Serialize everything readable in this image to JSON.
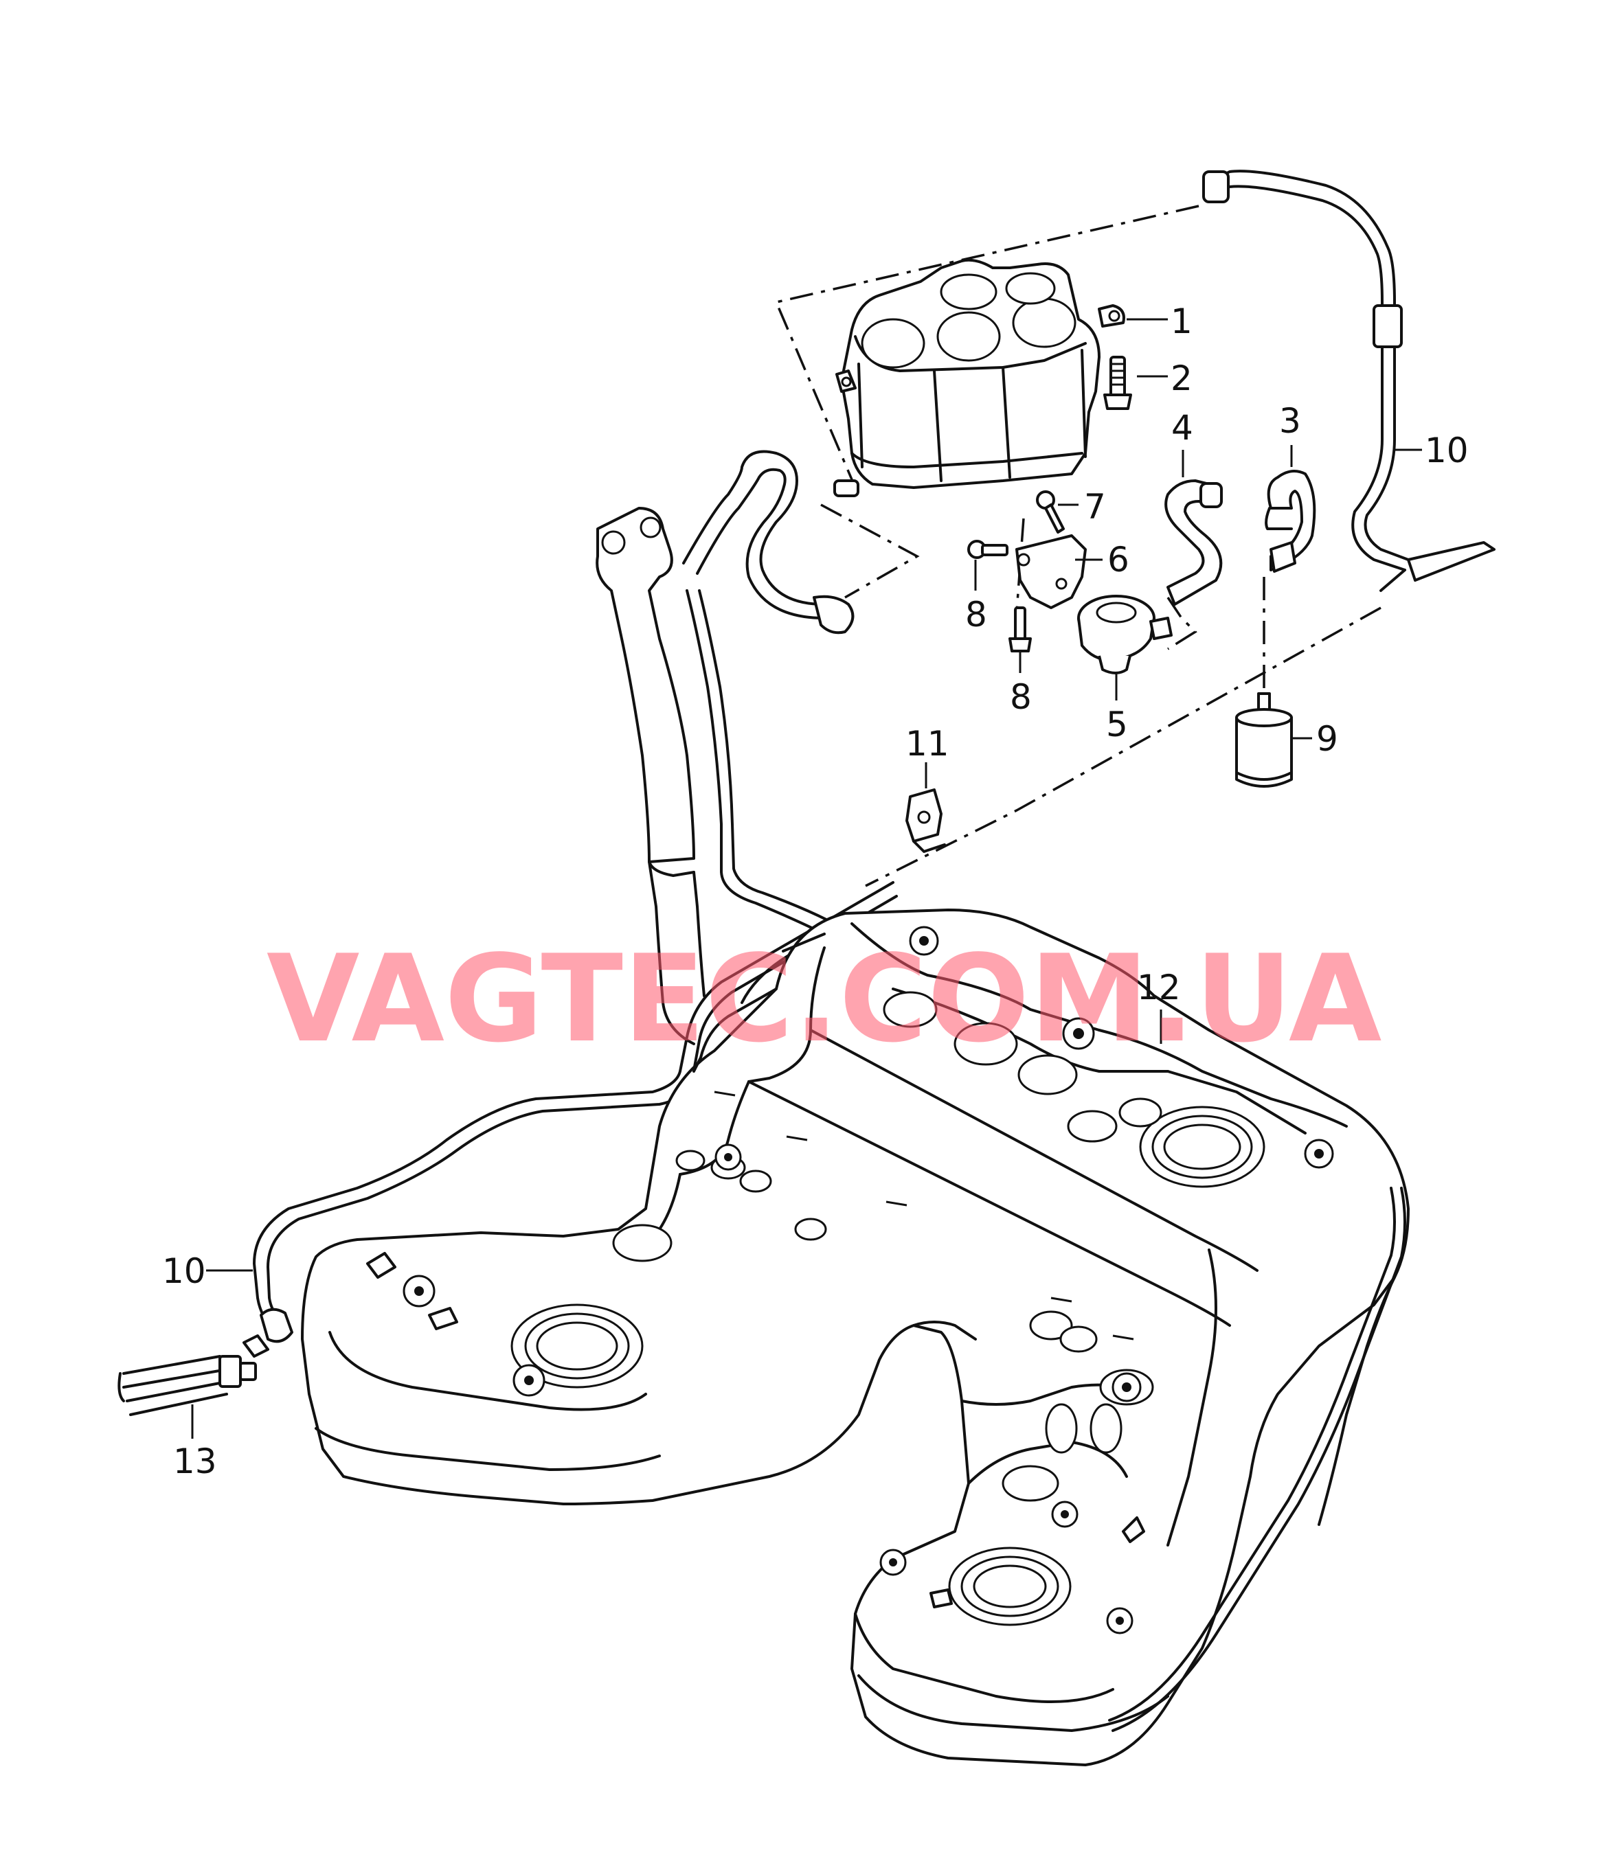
{
  "watermark": "VAGTEC.COM.UA",
  "callouts": [
    {
      "id": "c1",
      "text": "1"
    },
    {
      "id": "c2",
      "text": "2"
    },
    {
      "id": "c3",
      "text": "3"
    },
    {
      "id": "c4",
      "text": "4"
    },
    {
      "id": "c5",
      "text": "5"
    },
    {
      "id": "c6",
      "text": "6"
    },
    {
      "id": "c7",
      "text": "7"
    },
    {
      "id": "c8a",
      "text": "8"
    },
    {
      "id": "c8b",
      "text": "8"
    },
    {
      "id": "c9",
      "text": "9"
    },
    {
      "id": "c10a",
      "text": "10"
    },
    {
      "id": "c10b",
      "text": "10"
    },
    {
      "id": "c11",
      "text": "11"
    },
    {
      "id": "c12",
      "text": "12"
    },
    {
      "id": "c13",
      "text": "13"
    }
  ],
  "colors": {
    "line": "#111111",
    "watermark": "#ff5a6e",
    "background": "#ffffff"
  }
}
